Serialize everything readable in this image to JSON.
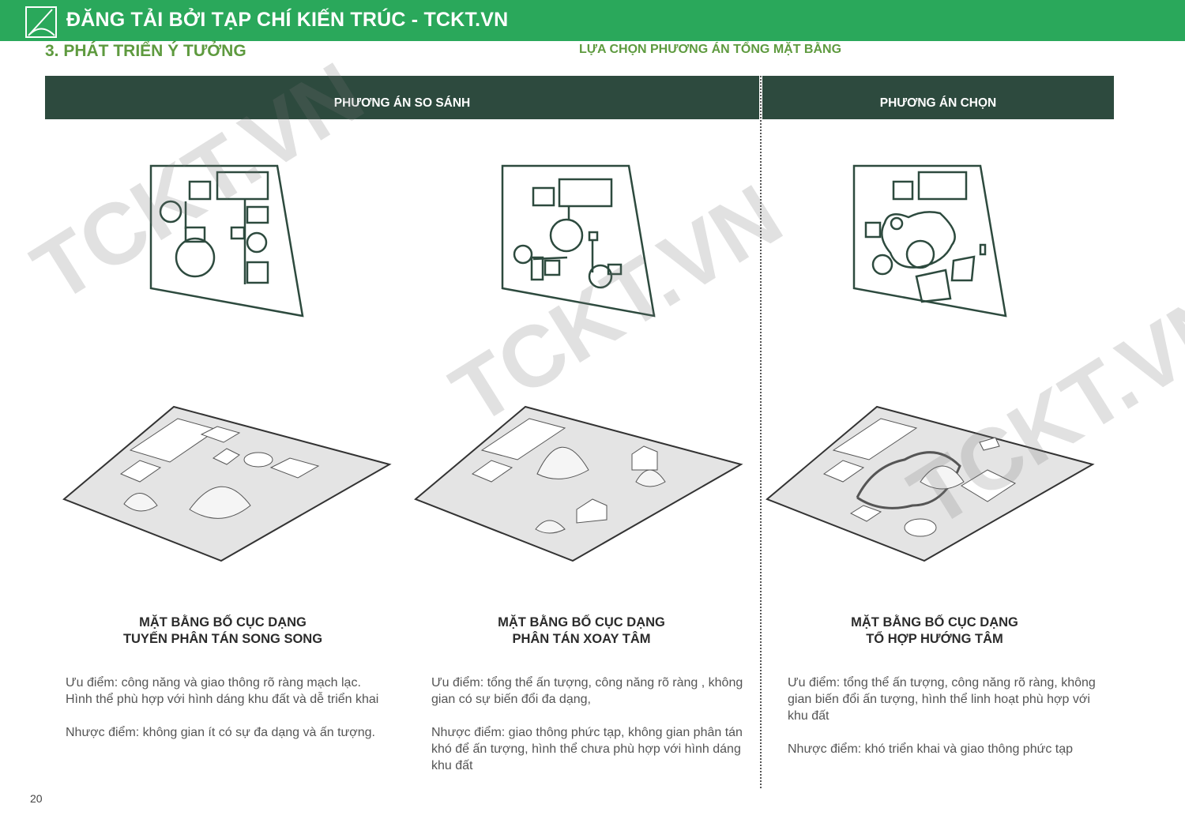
{
  "banner": {
    "title": "ĐĂNG TẢI BỞI TẠP CHÍ KIẾN TRÚC - TCKT.VN"
  },
  "section": {
    "title": "3. PHÁT TRIỂN Ý TƯỞNG",
    "subtitle": "LỰA CHỌN PHƯƠNG ÁN TỔNG MẶT BẰNG"
  },
  "headers": {
    "compare": "PHƯƠNG ÁN SO SÁNH",
    "chosen": "PHƯƠNG ÁN CHỌN"
  },
  "columns": [
    {
      "title1": "MẶT BẰNG BỐ CỤC DẠNG",
      "title2": "TUYẾN  PHÂN TÁN SONG SONG",
      "pros": "Ưu điểm: công năng và giao thông rõ ràng mạch lạc. Hình thể phù hợp với hình dáng khu đất và dễ triển khai",
      "cons": "Nhược điểm: không gian ít có sự đa dạng và ấn tượng."
    },
    {
      "title1": "MẶT BẰNG BỐ CỤC DẠNG",
      "title2": "PHÂN TÁN XOAY TÂM",
      "pros": "Ưu điểm: tổng thể ấn tượng, công năng rõ ràng , không gian có sự biến đổi đa dạng,",
      "cons": "Nhược điểm: giao thông phức tạp, không gian phân tán khó để ấn tượng, hình thể chưa phù hợp với hình dáng khu đất"
    },
    {
      "title1": "MẶT BẰNG BỐ CỤC DẠNG",
      "title2": "TỔ HỢP HƯỚNG TÂM",
      "pros": "Ưu điểm: tổng thể ấn tượng, công năng rõ ràng, không gian biến đổi ấn tượng, hình thể linh hoạt phù hợp với khu đất",
      "cons": "Nhược điểm: khó triển khai và giao thông phức tạp"
    }
  ],
  "watermark": "TCKT.VN",
  "page_number": "20",
  "colors": {
    "banner": "#2aa85b",
    "section": "#5e9a3f",
    "header_bar": "#2d4a3e"
  }
}
